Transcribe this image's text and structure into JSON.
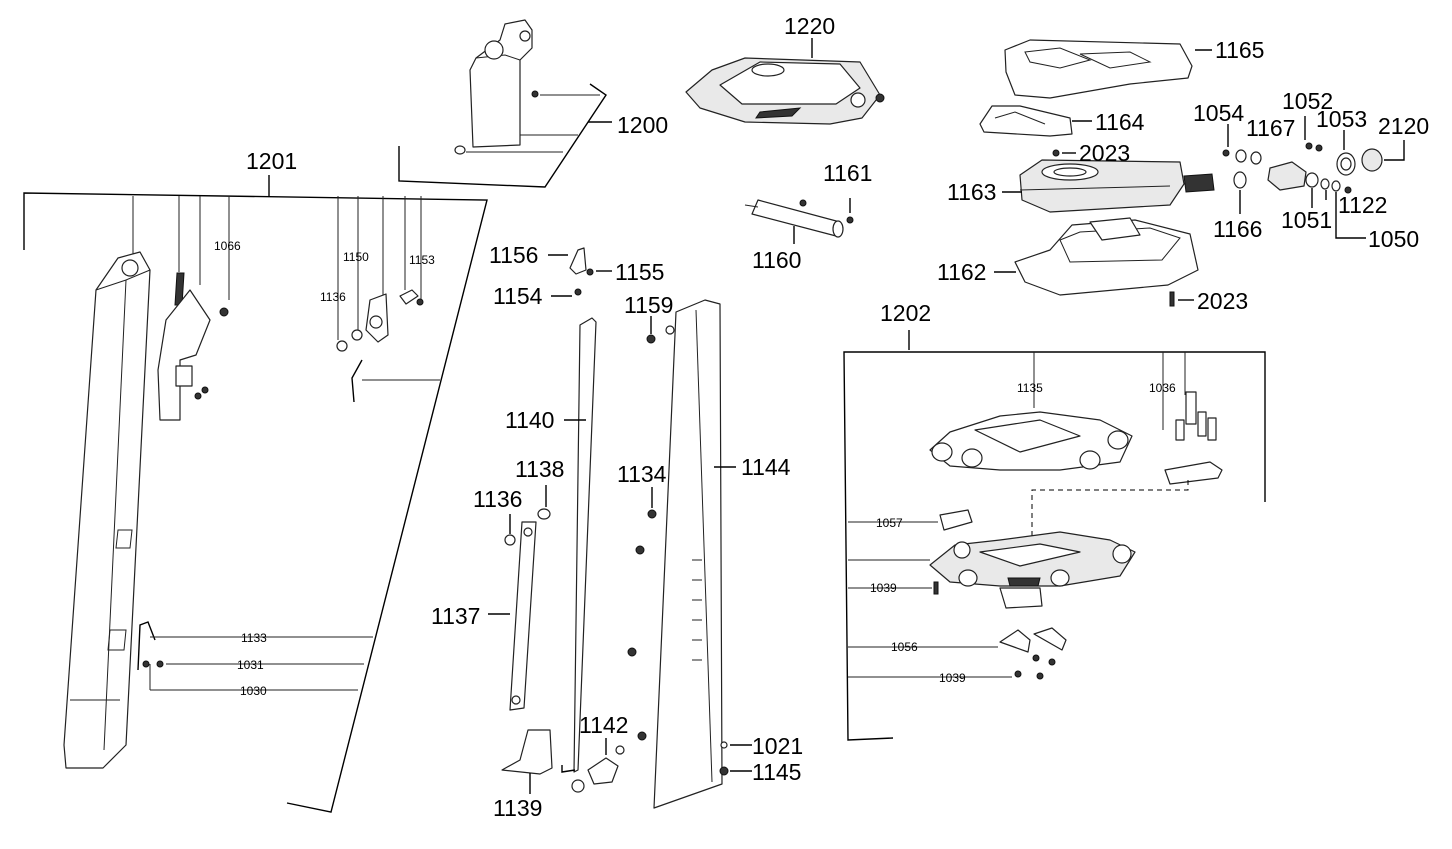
{
  "labels": {
    "p1201": "1201",
    "p1200": "1200",
    "p1220": "1220",
    "p1165": "1165",
    "p1164": "1164",
    "p2023a": "2023",
    "p1163": "1163",
    "p1161": "1161",
    "p1160": "1160",
    "p1162": "1162",
    "p2023b": "2023",
    "p1054": "1054",
    "p1052": "1052",
    "p1167": "1167",
    "p1053": "1053",
    "p2120": "2120",
    "p1166": "1166",
    "p1051": "1051",
    "p1122": "1122",
    "p1050": "1050",
    "p1202": "1202",
    "p1156": "1156",
    "p1155": "1155",
    "p1154": "1154",
    "p1159": "1159",
    "p1140": "1140",
    "p1138": "1138",
    "p1136b": "1136",
    "p1134": "1134",
    "p1144": "1144",
    "p1137": "1137",
    "p1142": "1142",
    "p1139": "1139",
    "p1021": "1021",
    "p1145": "1145",
    "s1066": "1066",
    "s1150": "1150",
    "s1153": "1153",
    "s1136": "1136",
    "s1133": "1133",
    "s1031": "1031",
    "s1030": "1030",
    "s1135": "1135",
    "s1036": "1036",
    "s1057": "1057",
    "s1039a": "1039",
    "s1056": "1056",
    "s1039b": "1039"
  }
}
